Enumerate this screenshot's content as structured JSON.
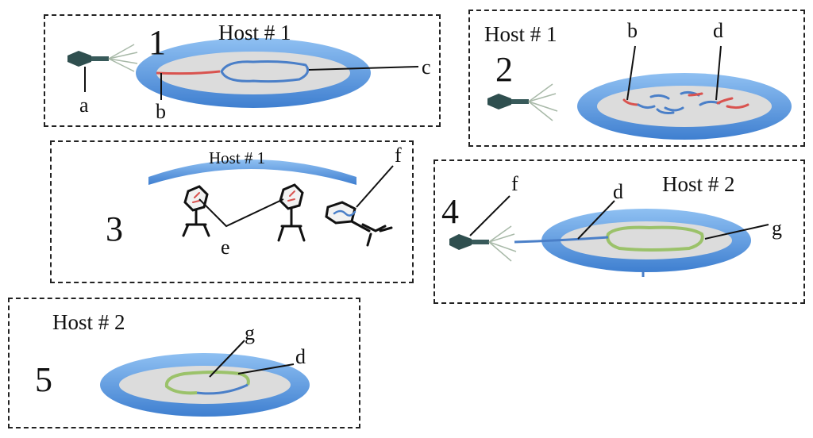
{
  "panels": [
    {
      "number": "1",
      "host": "Host # 1",
      "labels": {
        "a": "a",
        "b": "b",
        "c": "c"
      }
    },
    {
      "number": "2",
      "host": "Host # 1",
      "labels": {
        "b": "b",
        "d": "d"
      }
    },
    {
      "number": "3",
      "host": "Host # 1",
      "labels": {
        "e": "e",
        "f": "f"
      }
    },
    {
      "number": "4",
      "host": "Host # 2",
      "labels": {
        "f": "f",
        "d": "d",
        "g": "g"
      }
    },
    {
      "number": "5",
      "host": "Host # 2",
      "labels": {
        "g": "g",
        "d": "d"
      }
    }
  ],
  "colors": {
    "cell_blue": "#5b9be0",
    "cell_inner": "#d9d9d9",
    "host_dna_blue": "#4a7fc8",
    "phage_dna_red": "#d9534f",
    "host2_dna_green": "#9bc26a",
    "phage_body": "#2f4f4f"
  }
}
